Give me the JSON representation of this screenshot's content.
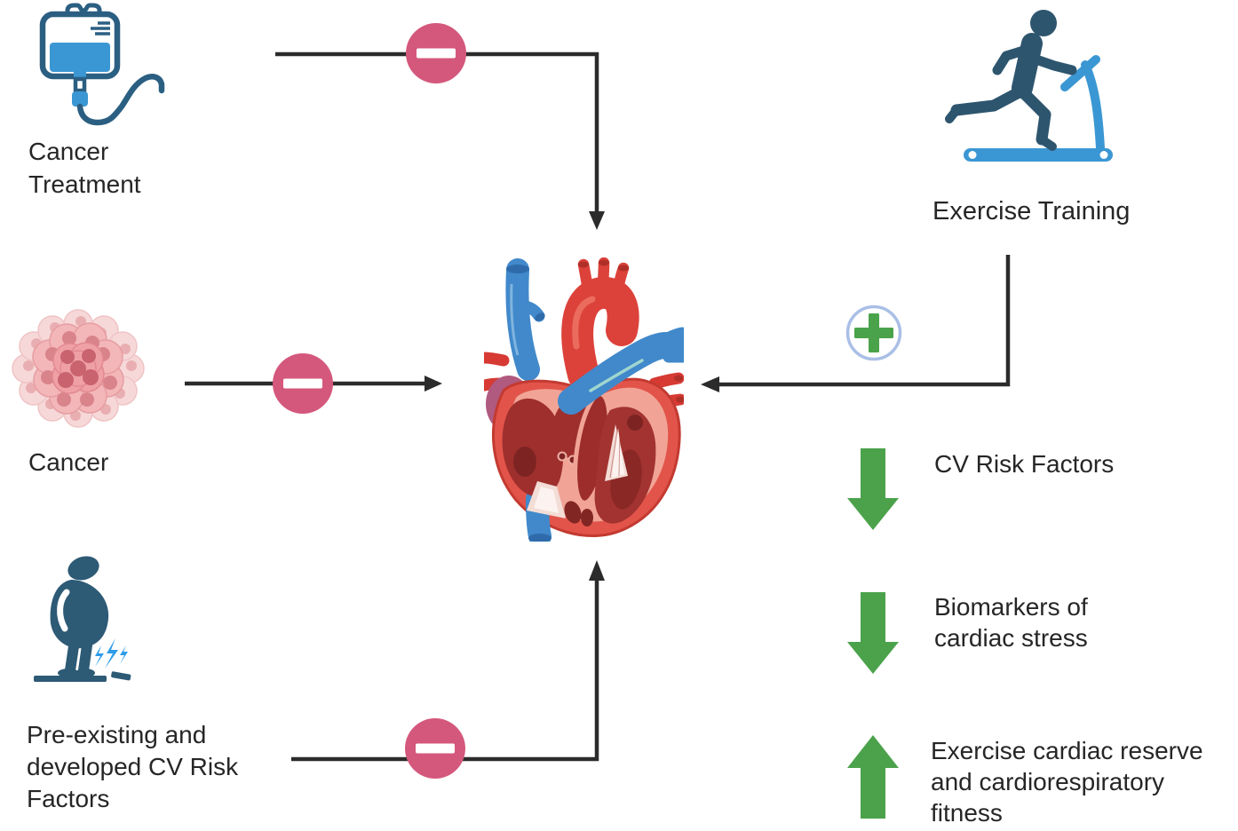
{
  "diagram_title": "",
  "nodes": {
    "cancer_treatment": {
      "lines": [
        "Cancer",
        "Treatment"
      ],
      "icon": "iv-bag-icon"
    },
    "cancer": {
      "lines": [
        "Cancer"
      ],
      "icon": "cancer-cells-icon"
    },
    "pre_existing_cv_risk": {
      "lines": [
        "Pre-existing and",
        "developed CV Risk",
        "Factors"
      ],
      "icon": "person-on-scale-icon"
    },
    "exercise_training": {
      "lines": [
        "Exercise Training"
      ],
      "icon": "runner-treadmill-icon"
    },
    "heart": {
      "icon": "anatomical-heart-icon"
    }
  },
  "edges": [
    {
      "from": "Cancer Treatment",
      "to": "Heart",
      "sign": "negative"
    },
    {
      "from": "Cancer",
      "to": "Heart",
      "sign": "negative"
    },
    {
      "from": "Pre-existing and developed CV Risk Factors",
      "to": "Heart",
      "sign": "negative"
    },
    {
      "from": "Exercise Training",
      "to": "Heart",
      "sign": "positive"
    }
  ],
  "outcomes": [
    {
      "direction": "decrease",
      "lines": [
        "CV Risk Factors"
      ]
    },
    {
      "direction": "decrease",
      "lines": [
        "Biomarkers of",
        "cardiac stress"
      ]
    },
    {
      "direction": "increase",
      "lines": [
        "Exercise cardiac reserve",
        "and cardiorespiratory",
        "fitness"
      ]
    }
  ],
  "colors": {
    "connector": "#2b2b2b",
    "negative_badge": "#d4587c",
    "positive_cross": "#4aa34a",
    "positive_ring": "#aabfe6",
    "outcome_arrow_green": "#4ba24b",
    "icon_dark_blue": "#2b5f82",
    "icon_light_blue": "#3b97d3",
    "text": "#262626"
  }
}
